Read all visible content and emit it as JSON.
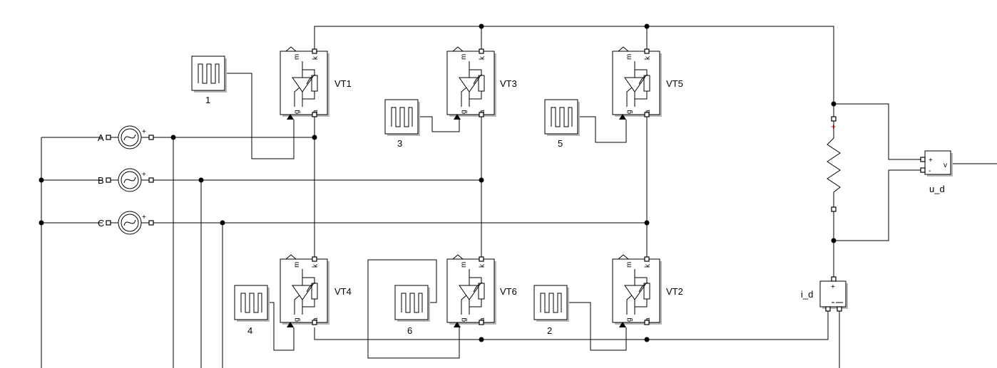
{
  "sources": [
    {
      "id": "A",
      "label": "A"
    },
    {
      "id": "B",
      "label": "B"
    },
    {
      "id": "C",
      "label": "C"
    }
  ],
  "thyristors": [
    {
      "id": "VT1",
      "label": "VT1",
      "pin_m": "m",
      "pin_k": "k",
      "pin_g": "g",
      "pin_a": "a"
    },
    {
      "id": "VT3",
      "label": "VT3",
      "pin_m": "m",
      "pin_k": "k",
      "pin_g": "g",
      "pin_a": "a"
    },
    {
      "id": "VT5",
      "label": "VT5",
      "pin_m": "m",
      "pin_k": "k",
      "pin_g": "g",
      "pin_a": "a"
    },
    {
      "id": "VT4",
      "label": "VT4",
      "pin_m": "m",
      "pin_k": "k",
      "pin_g": "g",
      "pin_a": "a"
    },
    {
      "id": "VT6",
      "label": "VT6",
      "pin_m": "m",
      "pin_k": "k",
      "pin_g": "g",
      "pin_a": "a"
    },
    {
      "id": "VT2",
      "label": "VT2",
      "pin_m": "m",
      "pin_k": "k",
      "pin_g": "g",
      "pin_a": "a"
    }
  ],
  "pulse_generators": [
    {
      "id": "P1",
      "label": "1"
    },
    {
      "id": "P3",
      "label": "3"
    },
    {
      "id": "P5",
      "label": "5"
    },
    {
      "id": "P4",
      "label": "4"
    },
    {
      "id": "P6",
      "label": "6"
    },
    {
      "id": "P2",
      "label": "2"
    }
  ],
  "voltage_meter": {
    "label": "u_d",
    "plus": "+",
    "minus": "-",
    "out": "v"
  },
  "current_meter": {
    "label": "i_d",
    "plus": "+"
  },
  "load": {
    "plus": "+"
  },
  "colors": {
    "wire": "#000000",
    "shadow": "#b8b8b8",
    "polarity": "#cc0000"
  }
}
